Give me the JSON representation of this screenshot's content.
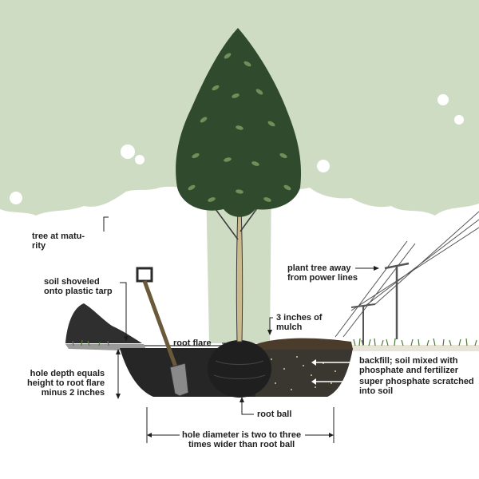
{
  "labels": {
    "tree_at_maturity": "tree at matu-\nrity",
    "soil_shoveled": "soil shoveled\nonto plastic tarp",
    "plant_away": "plant tree away\nfrom power lines",
    "mulch": "3 inches of\nmulch",
    "root_flare": "root flare",
    "backfill": "backfill; soil mixed with\nphosphate and fertilizer",
    "super_phosphate": "super phosphate scratched\ninto soil",
    "hole_depth": "hole depth equals\nheight to root flare\nminus 2 inches",
    "root_ball": "root ball",
    "hole_diameter": "hole diameter is two to three\ntimes wider than root ball"
  },
  "colors": {
    "canopy": "#cfdcc4",
    "foliage_dark": "#2f4a2c",
    "foliage_light": "#6e8f58",
    "soil_dark": "#2a2a2a",
    "trunk": "#c9b98d",
    "grass": "#4f7a3a",
    "text": "#1e1e1e"
  },
  "icons": [
    "shovel-icon",
    "power-pole-icon",
    "arrow-icon"
  ]
}
